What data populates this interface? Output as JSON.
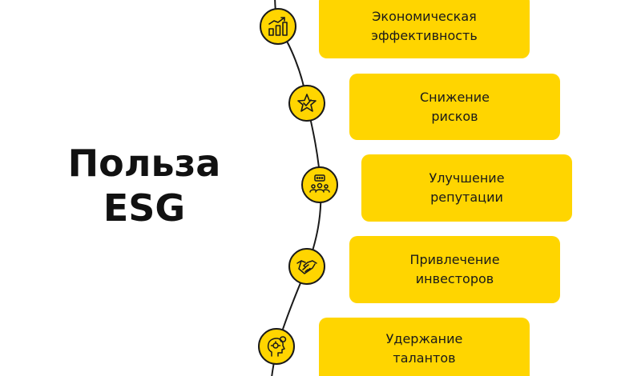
{
  "title": {
    "line1": "Польза",
    "line2": "ESG"
  },
  "items": [
    {
      "icon": "bar-chart-growth-icon",
      "line1": "Экономическая",
      "line2": "эффективность"
    },
    {
      "icon": "star-shield-icon",
      "line1": "Снижение",
      "line2": "рисков"
    },
    {
      "icon": "people-chat-icon",
      "line1": "Улучшение",
      "line2": "репутации"
    },
    {
      "icon": "handshake-icon",
      "line1": "Привлечение",
      "line2": "инвесторов"
    },
    {
      "icon": "head-ideas-icon",
      "line1": "Удержание",
      "line2": "талантов"
    }
  ],
  "colors": {
    "accent": "#FFD500",
    "text": "#111111",
    "line": "#1a1a1a"
  }
}
